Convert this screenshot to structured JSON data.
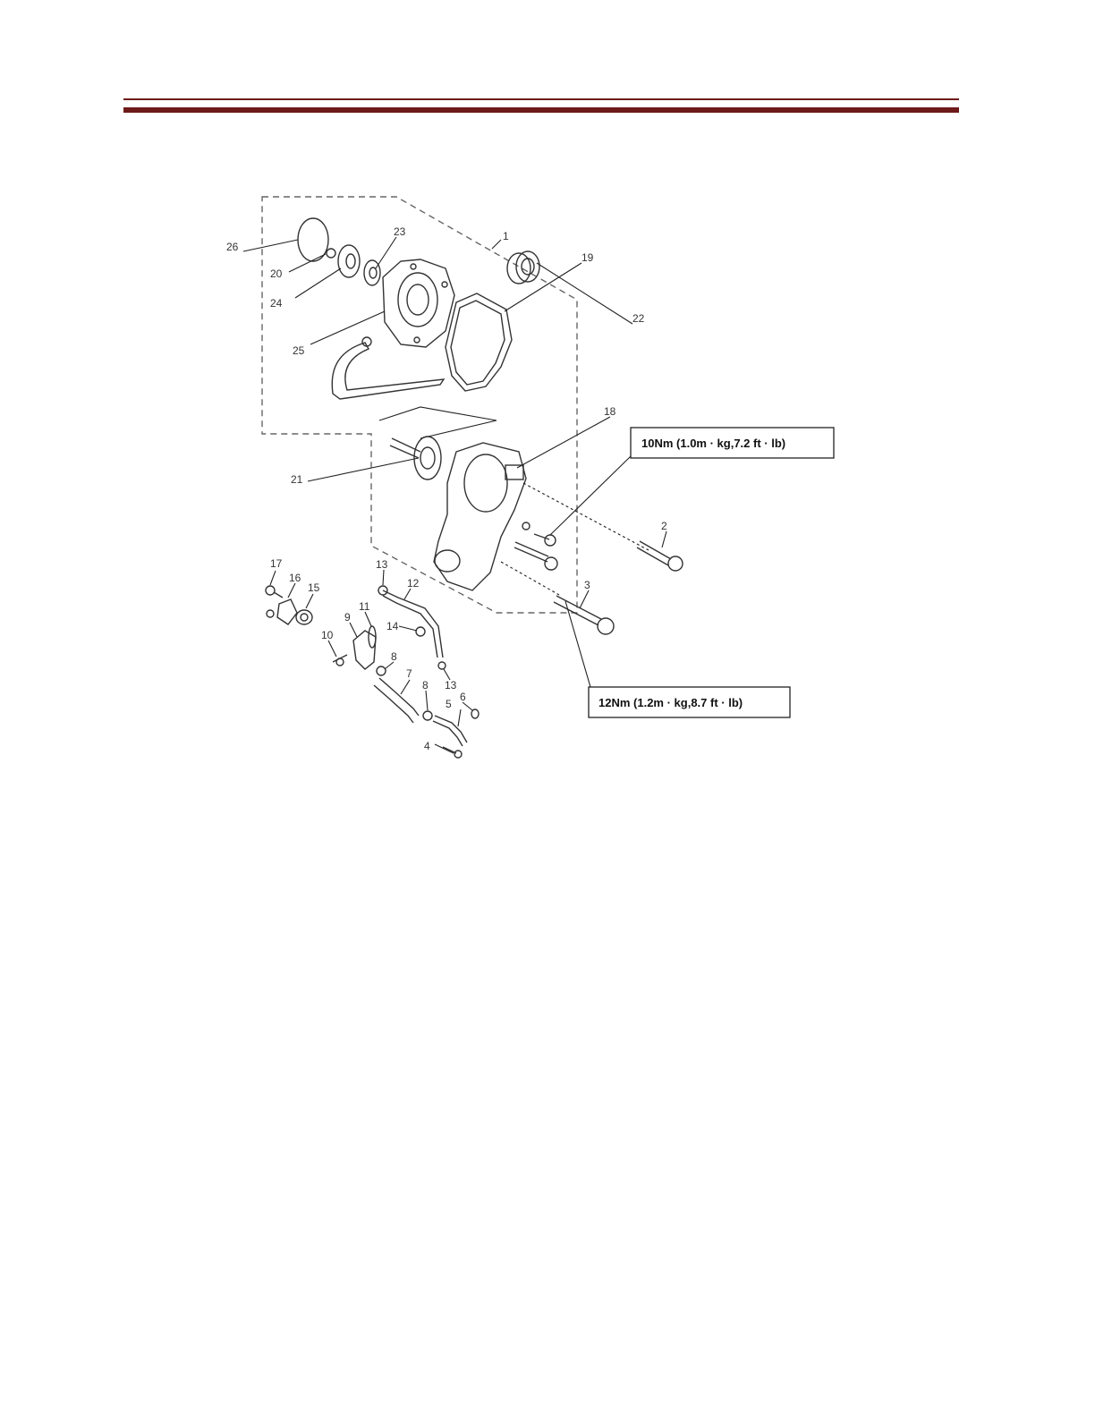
{
  "header": {
    "rule_color": "#6e1a1a"
  },
  "diagram": {
    "part_numbers": [
      "1",
      "2",
      "3",
      "4",
      "5",
      "6",
      "7",
      "8",
      "8",
      "9",
      "10",
      "11",
      "12",
      "13",
      "13",
      "14",
      "15",
      "16",
      "17",
      "18",
      "19",
      "20",
      "21",
      "22",
      "23",
      "24",
      "25",
      "26"
    ],
    "torque_callouts": [
      {
        "text": "10Nm (1.0m · kg,7.2 ft · lb)"
      },
      {
        "text": "12Nm (1.2m · kg,8.7 ft · lb)"
      }
    ]
  }
}
